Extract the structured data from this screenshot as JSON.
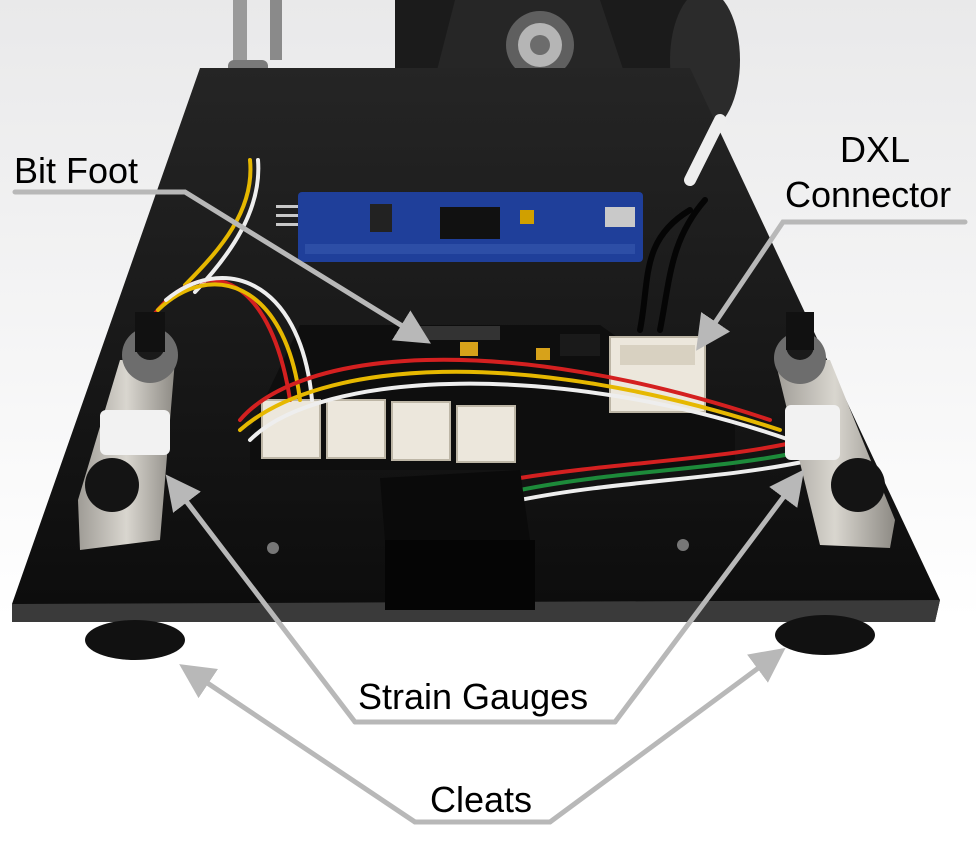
{
  "labels": {
    "bit_foot": "Bit Foot",
    "dxl_line1": "DXL",
    "dxl_line2": "Connector",
    "strain_gauges": "Strain Gauges",
    "cleats": "Cleats"
  },
  "colors": {
    "arrow": "#b8b8b8",
    "plate": "#161616",
    "pcb": "#0f0f0f",
    "arduino": "#1f3f9a",
    "connector": "#ece7dc",
    "bracket": "#c4c1b8",
    "wire_red": "#d42020",
    "wire_yellow": "#e6b800",
    "wire_white": "#eeeeee",
    "wire_green": "#1d8a3a",
    "wire_black": "#050505"
  }
}
